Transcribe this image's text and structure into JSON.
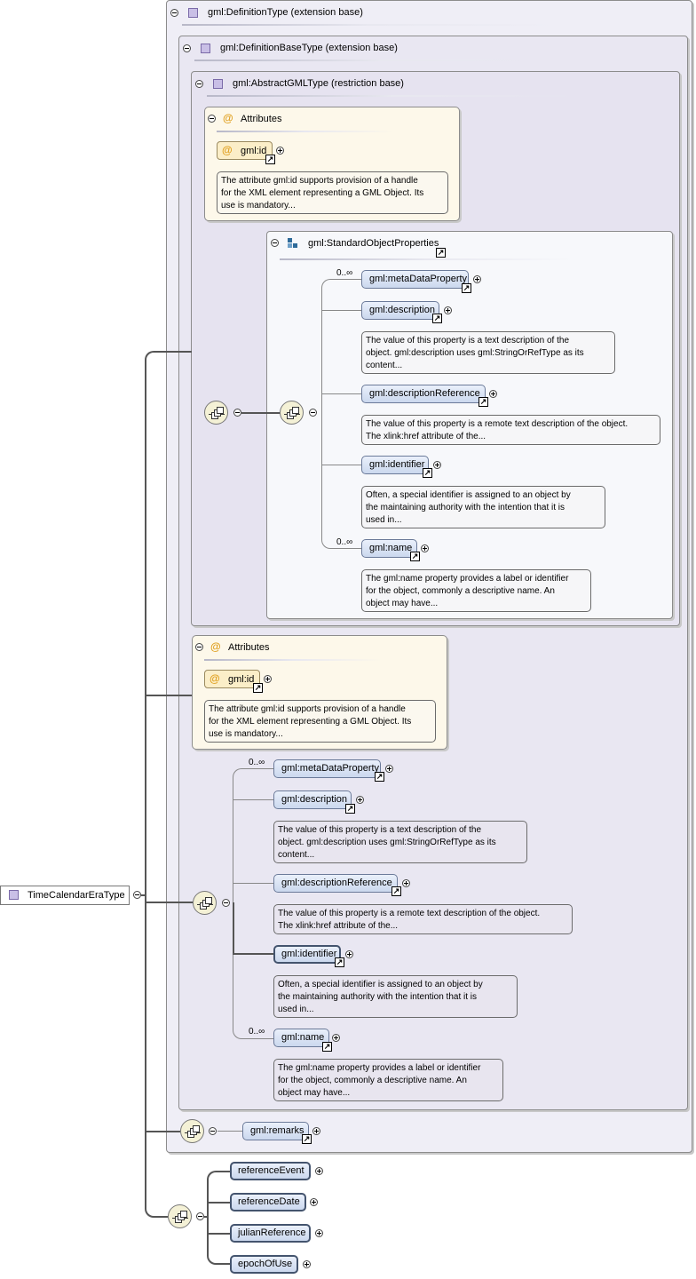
{
  "root": {
    "label": "TimeCalendarEraType"
  },
  "definition_type": {
    "title": "gml:DefinitionType (extension base)"
  },
  "definition_base_type": {
    "title": "gml:DefinitionBaseType (extension base)"
  },
  "abstract_gml_type": {
    "title": "gml:AbstractGMLType (restriction base)"
  },
  "attributes_inner": {
    "title": "Attributes",
    "attr": "gml:id",
    "note": [
      "The attribute gml:id supports provision of a handle",
      "for the XML element representing a GML Object. Its",
      "use is mandatory..."
    ]
  },
  "standard_object_properties": {
    "title": "gml:StandardObjectProperties",
    "items": [
      {
        "label": "gml:metaDataProperty",
        "card": "0..∞"
      },
      {
        "label": "gml:description",
        "note": [
          "The value of this property is a text description of the",
          "object. gml:description uses gml:StringOrRefType as its",
          "content..."
        ]
      },
      {
        "label": "gml:descriptionReference",
        "note": [
          "The value of this property is a remote text description of the object.",
          "The xlink:href attribute of the..."
        ]
      },
      {
        "label": "gml:identifier",
        "note": [
          "Often, a special identifier is assigned to an object by",
          "the maintaining authority with the intention that it is",
          "used in..."
        ]
      },
      {
        "label": "gml:name",
        "card": "0..∞",
        "note": [
          "The gml:name property provides a label or identifier",
          "for the object, commonly a descriptive name. An",
          "object may have..."
        ]
      }
    ]
  },
  "attributes_outer": {
    "title": "Attributes",
    "attr": "gml:id",
    "note": [
      "The attribute gml:id supports provision of a handle",
      "for the XML element representing a GML Object. Its",
      "use is mandatory..."
    ]
  },
  "base_sequence": {
    "items": [
      {
        "label": "gml:metaDataProperty",
        "card": "0..∞"
      },
      {
        "label": "gml:description",
        "note": [
          "The value of this property is a text description of the",
          "object. gml:description uses gml:StringOrRefType as its",
          "content..."
        ]
      },
      {
        "label": "gml:descriptionReference",
        "note": [
          "The value of this property is a remote text description of the object.",
          "The xlink:href attribute of the..."
        ]
      },
      {
        "label": "gml:identifier",
        "note": [
          "Often, a special identifier is assigned to an object by",
          "the maintaining authority with the intention that it is",
          "used in..."
        ]
      },
      {
        "label": "gml:name",
        "card": "0..∞",
        "note": [
          "The gml:name property provides a label or identifier",
          "for the object, commonly a descriptive name. An",
          "object may have..."
        ]
      }
    ]
  },
  "remarks": {
    "label": "gml:remarks"
  },
  "own_elements": [
    "referenceEvent",
    "referenceDate",
    "julianReference",
    "epochOfUse"
  ]
}
